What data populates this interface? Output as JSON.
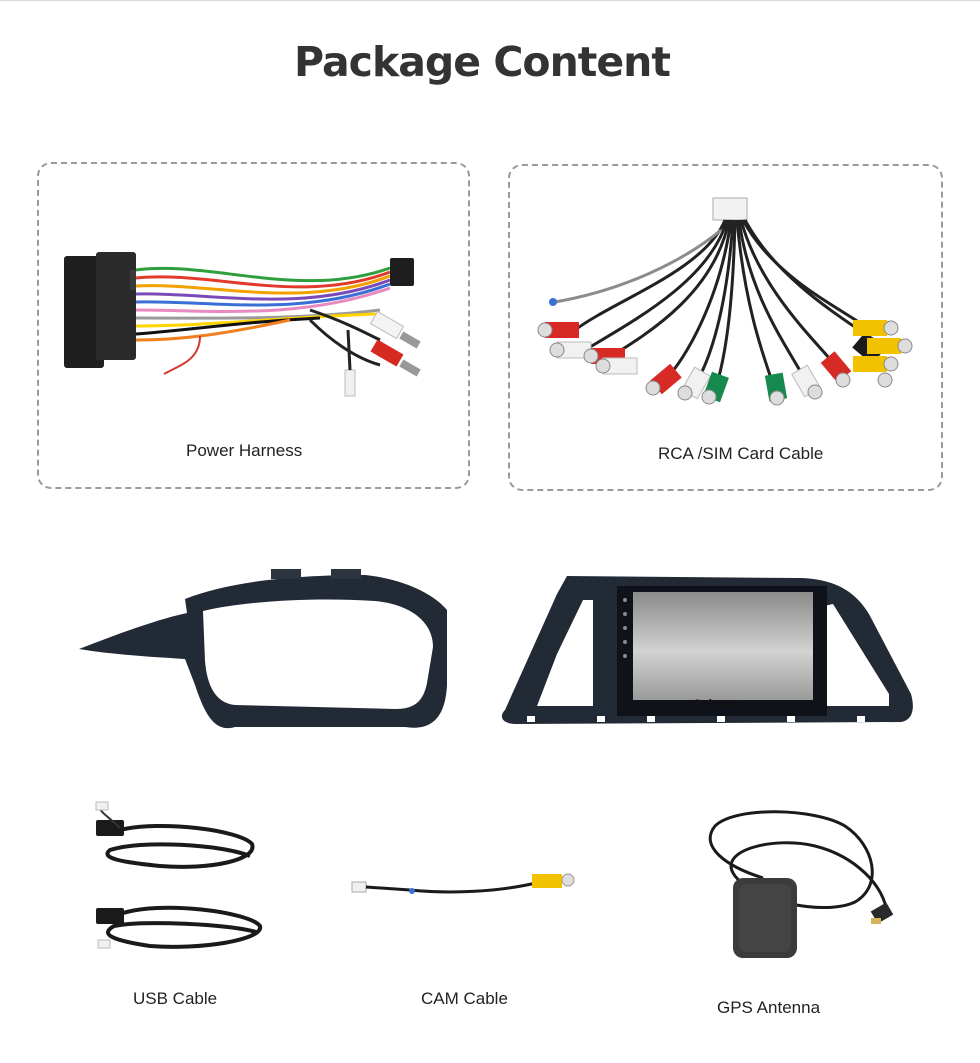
{
  "title": "Package Content",
  "items": [
    {
      "label": "Power Harness"
    },
    {
      "label": "RCA /SIM Card Cable"
    },
    {
      "label": "USB Cable"
    },
    {
      "label": "CAM Cable"
    },
    {
      "label": "GPS Antenna"
    }
  ],
  "screen_brand": "Seicane",
  "colors": {
    "title": "#333333",
    "dashed_border": "#9a9a9a",
    "frame": "#222a36",
    "rca_red": "#d82a25",
    "rca_white": "#f1f1f1",
    "rca_yellow": "#f2c200",
    "rca_green": "#168a4e"
  }
}
